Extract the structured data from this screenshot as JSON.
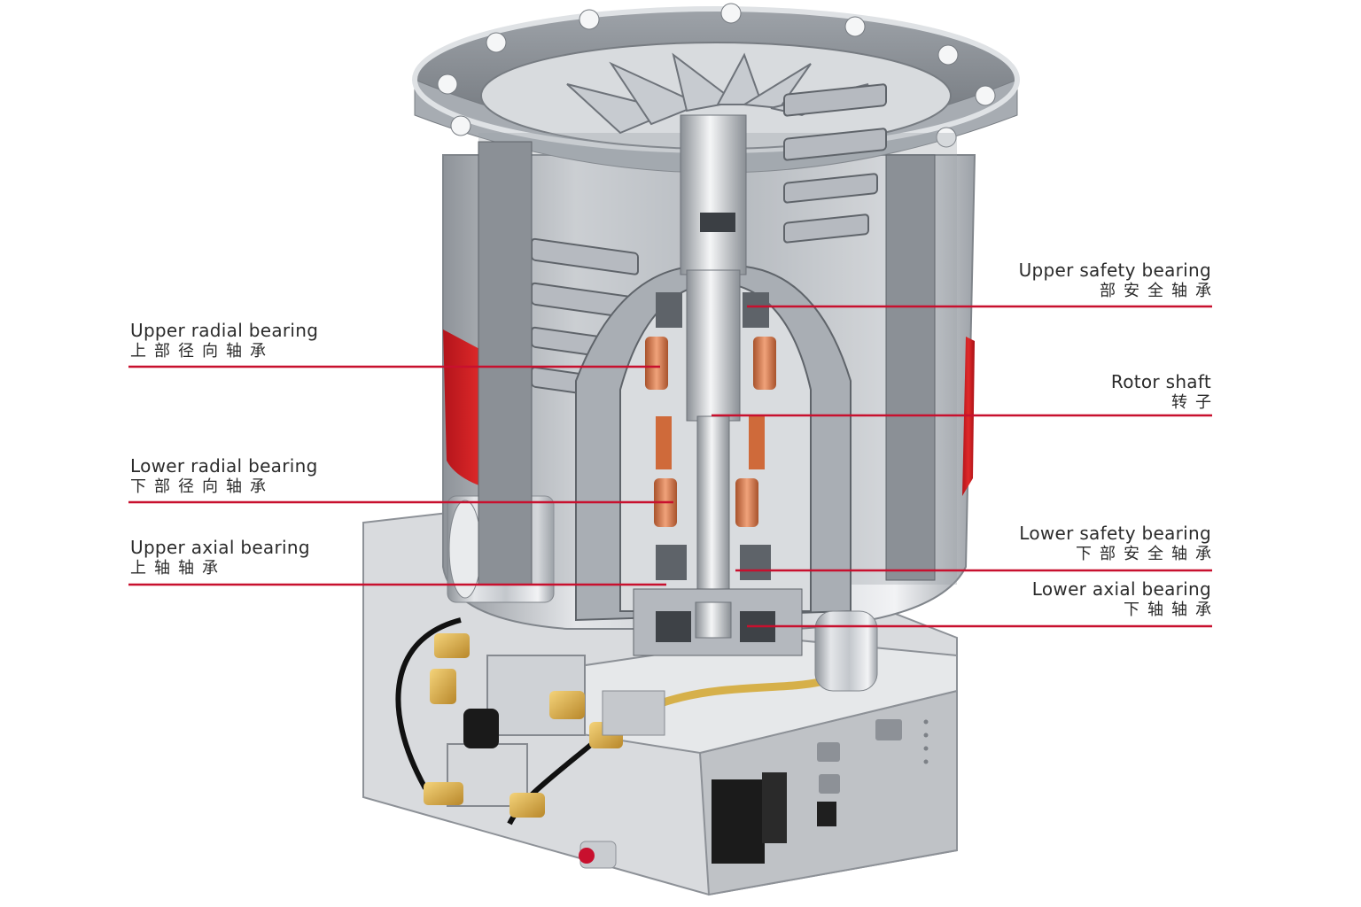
{
  "colors": {
    "leader": "#c8102e",
    "accent_red": "#d21f1f",
    "steel": "#b8bcc2",
    "dark_steel": "#6e737a",
    "label_text": "#2b2b2b"
  },
  "labels": {
    "upper_safety_bearing": {
      "en": "Upper safety bearing",
      "zh": "部安全轴承"
    },
    "upper_radial_bearing": {
      "en": "Upper radial bearing",
      "zh": "上部径向轴承"
    },
    "rotor_shaft": {
      "en": "Rotor shaft",
      "zh": "转子"
    },
    "lower_radial_bearing": {
      "en": "Lower radial bearing",
      "zh": "下部径向轴承"
    },
    "lower_safety_bearing": {
      "en": "Lower safety bearing",
      "zh": "下部安全轴承"
    },
    "upper_axial_bearing": {
      "en": "Upper axial bearing",
      "zh": "上轴轴承"
    },
    "lower_axial_bearing": {
      "en": "Lower axial bearing",
      "zh": "下轴轴承"
    }
  }
}
